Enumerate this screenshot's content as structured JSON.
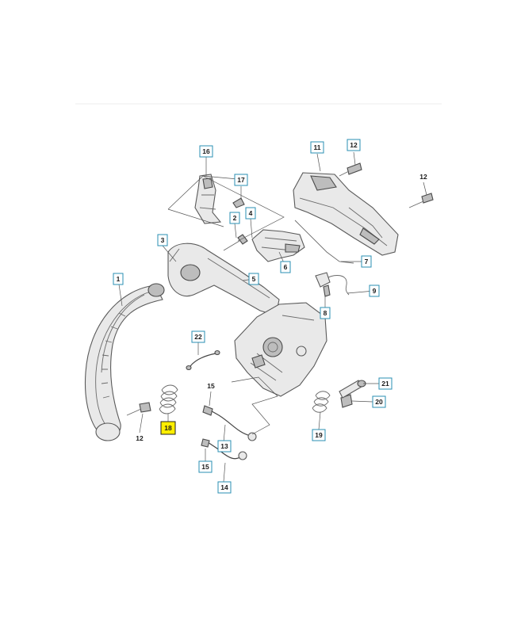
{
  "diagram": {
    "highlight_color": "#ffee00",
    "label_border_color": "#2a8fb3",
    "part_labels": [
      {
        "id": "lbl-1",
        "text": "1",
        "style": "plain"
      },
      {
        "id": "lbl-2",
        "text": "2",
        "style": "plain"
      },
      {
        "id": "lbl-3",
        "text": "3",
        "style": "plain"
      },
      {
        "id": "lbl-4",
        "text": "4",
        "style": "plain"
      },
      {
        "id": "lbl-5",
        "text": "5",
        "style": "plain"
      },
      {
        "id": "lbl-6",
        "text": "6",
        "style": "plain"
      },
      {
        "id": "lbl-7",
        "text": "7",
        "style": "plain"
      },
      {
        "id": "lbl-8",
        "text": "8",
        "style": "plain"
      },
      {
        "id": "lbl-9",
        "text": "9",
        "style": "plain"
      },
      {
        "id": "lbl-11",
        "text": "11",
        "style": "plain"
      },
      {
        "id": "lbl-12a",
        "text": "12",
        "style": "plain"
      },
      {
        "id": "lbl-12b",
        "text": "12",
        "style": "bare"
      },
      {
        "id": "lbl-12c",
        "text": "12",
        "style": "bare"
      },
      {
        "id": "lbl-13",
        "text": "13",
        "style": "plain"
      },
      {
        "id": "lbl-14",
        "text": "14",
        "style": "plain"
      },
      {
        "id": "lbl-15a",
        "text": "15",
        "style": "bare"
      },
      {
        "id": "lbl-15b",
        "text": "15",
        "style": "plain"
      },
      {
        "id": "lbl-16",
        "text": "16",
        "style": "plain"
      },
      {
        "id": "lbl-17",
        "text": "17",
        "style": "plain"
      },
      {
        "id": "lbl-18",
        "text": "18",
        "style": "highlight"
      },
      {
        "id": "lbl-19",
        "text": "19",
        "style": "plain"
      },
      {
        "id": "lbl-20",
        "text": "20",
        "style": "plain"
      },
      {
        "id": "lbl-21",
        "text": "21",
        "style": "plain"
      },
      {
        "id": "lbl-22",
        "text": "22",
        "style": "plain"
      }
    ]
  }
}
